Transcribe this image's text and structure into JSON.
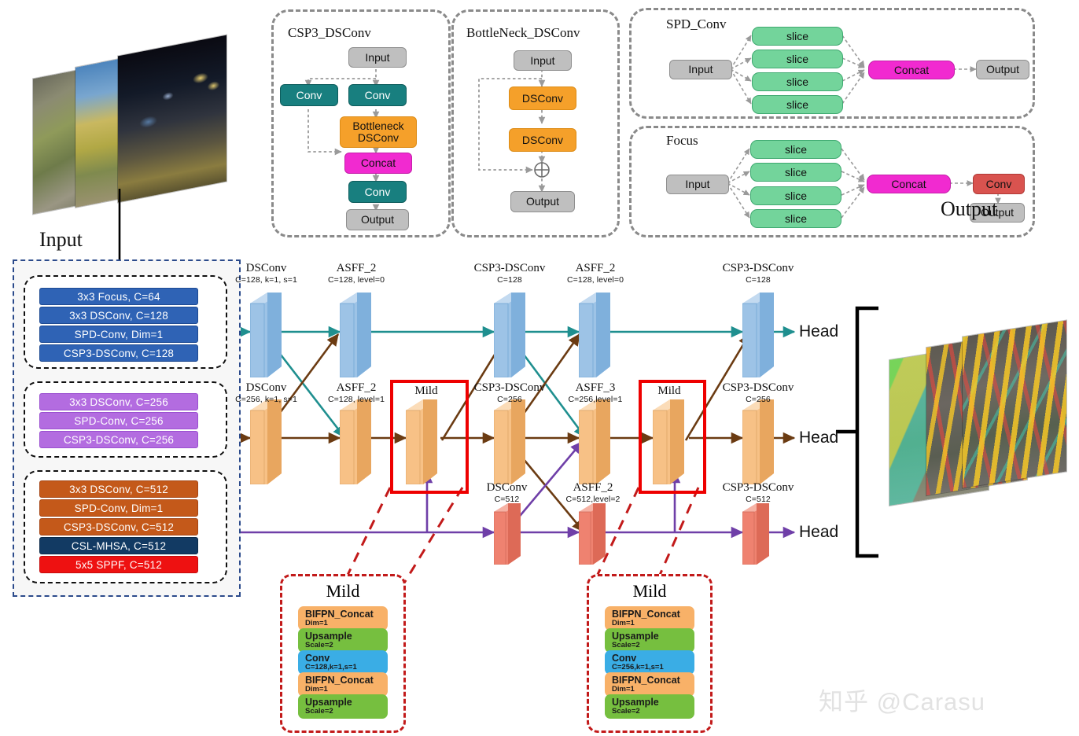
{
  "modules": {
    "csp3": {
      "title": "CSP3_DSConv",
      "nodes": {
        "input": "Input",
        "conv_left": "Conv",
        "conv_right": "Conv",
        "bottleneck_l1": "Bottleneck",
        "bottleneck_l2": "DSConv",
        "concat": "Concat",
        "conv_out": "Conv",
        "output": "Output"
      }
    },
    "bottleneck": {
      "title": "BottleNeck_DSConv",
      "nodes": {
        "input": "Input",
        "dsconv1": "DSConv",
        "dsconv2": "DSConv",
        "add": "⊕",
        "output": "Output"
      }
    },
    "spd": {
      "title": "SPD_Conv",
      "nodes": {
        "input": "Input",
        "slice": "slice",
        "concat": "Concat",
        "output": "Output"
      },
      "slice_count": 4
    },
    "focus": {
      "title": "Focus",
      "nodes": {
        "input": "Input",
        "slice": "slice",
        "concat": "Concat",
        "conv": "Conv",
        "output": "Output"
      },
      "slice_count": 4
    }
  },
  "input_label": "Input",
  "output_label": "Output",
  "backbone": {
    "groups": [
      {
        "layers": [
          "3x3   Focus, C=64",
          "3x3   DSConv, C=128",
          "SPD-Conv, Dim=1",
          "CSP3-DSConv, C=128"
        ]
      },
      {
        "layers": [
          "3x3   DSConv, C=256",
          "SPD-Conv, C=256",
          "CSP3-DSConv, C=256"
        ]
      },
      {
        "layers": [
          "3x3   DSConv, C=512",
          "SPD-Conv, Dim=1",
          "CSP3-DSConv, C=512",
          "CSL-MHSA, C=512",
          "5x5   SPPF, C=512"
        ]
      }
    ]
  },
  "neck": {
    "row_top": [
      {
        "name": "DSConv",
        "param": "C=128, k=1, s=1"
      },
      {
        "name": "ASFF_2",
        "param": "C=128,  level=0"
      },
      {
        "name": "CSP3-DSConv",
        "param": "C=128"
      },
      {
        "name": "ASFF_2",
        "param": "C=128, level=0"
      },
      {
        "name": "CSP3-DSConv",
        "param": "C=128"
      }
    ],
    "row_mid": [
      {
        "name": "DSConv",
        "param": "C=256, k=1, s=1"
      },
      {
        "name": "ASFF_2",
        "param": "C=128,  level=1"
      },
      {
        "name": "Mild",
        "param": ""
      },
      {
        "name": "CSP3-DSConv",
        "param": "C=256"
      },
      {
        "name": "ASFF_3",
        "param": "C=256,level=1"
      },
      {
        "name": "Mild",
        "param": ""
      },
      {
        "name": "CSP3-DSConv",
        "param": "C=256"
      }
    ],
    "row_bot": [
      {
        "name": "DSConv",
        "param": "C=512"
      },
      {
        "name": "ASFF_2",
        "param": "C=512,level=2"
      },
      {
        "name": "CSP3-DSConv",
        "param": "C=512"
      }
    ],
    "heads": [
      "Head",
      "Head",
      "Head"
    ]
  },
  "mild_detail": [
    {
      "title": "Mild",
      "rows": [
        {
          "name": "BIFPN_Concat",
          "param": "Dim=1"
        },
        {
          "name": "Upsample",
          "param": "Scale=2"
        },
        {
          "name": "Conv",
          "param": "C=128,k=1,s=1"
        },
        {
          "name": "BIFPN_Concat",
          "param": "Dim=1"
        },
        {
          "name": "Upsample",
          "param": "Scale=2"
        }
      ]
    },
    {
      "title": "Mild",
      "rows": [
        {
          "name": "BIFPN_Concat",
          "param": "Dim=1"
        },
        {
          "name": "Upsample",
          "param": "Scale=2"
        },
        {
          "name": "Conv",
          "param": "C=256,k=1,s=1"
        },
        {
          "name": "BIFPN_Concat",
          "param": "Dim=1"
        },
        {
          "name": "Upsample",
          "param": "Scale=2"
        }
      ]
    }
  ],
  "watermark": "知乎 @Carasu",
  "colors": {
    "teal_path": "#1f8f8f",
    "brown_path": "#6b3b12",
    "purple_path": "#6f3fa8",
    "block_blue": "#9dc3e6",
    "block_orange": "#f7c186",
    "block_red": "#ef8270",
    "red_outline": "#ee0000",
    "dashed_red": "#c21a1a",
    "backbone_border": "#2b4a8b"
  }
}
